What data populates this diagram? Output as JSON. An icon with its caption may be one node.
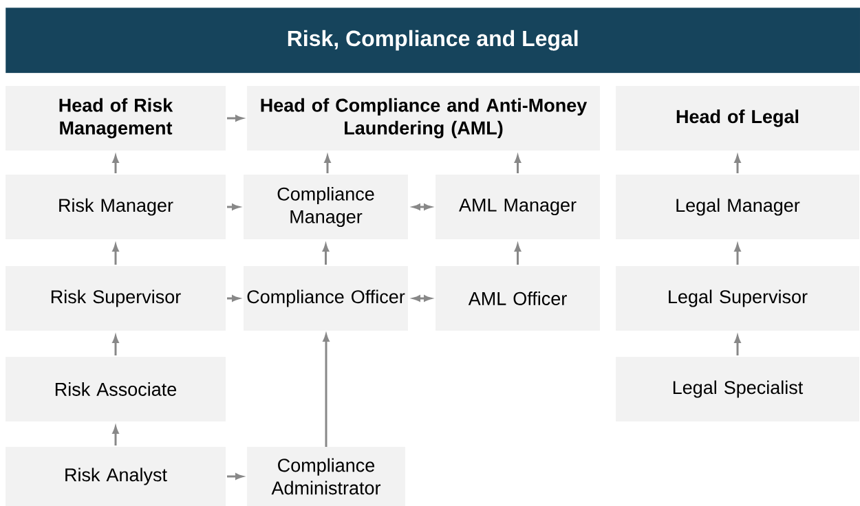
{
  "diagram": {
    "title": "Risk, Compliance and Legal",
    "nodes": [
      {
        "text": [
          "Head of Risk Management"
        ]
      },
      {
        "text": [
          "Head of Compliance and Anti-Money Laundering (AML)"
        ]
      },
      {
        "text": [
          "Head of Legal"
        ]
      },
      {
        "text": [
          "Risk Manager"
        ]
      },
      {
        "text": [
          "Compliance Manager"
        ]
      },
      {
        "text": [
          "AML Manager"
        ]
      },
      {
        "text": [
          "Legal Manager"
        ]
      },
      {
        "text": [
          "Risk Supervisor"
        ]
      },
      {
        "text": [
          "Compliance Officer"
        ]
      },
      {
        "text": [
          "AML Officer"
        ]
      },
      {
        "text": [
          "Legal Supervisor"
        ]
      },
      {
        "text": [
          "Risk Associate"
        ]
      },
      {
        "text": [
          "Legal Specialist"
        ]
      },
      {
        "text": [
          "Risk Analyst"
        ]
      },
      {
        "text": [
          "Compliance Administrator"
        ]
      }
    ],
    "edges": [
      {
        "from": 0,
        "to": 1,
        "arrow": "to"
      },
      {
        "from": 3,
        "to": 0,
        "arrow": "to"
      },
      {
        "from": 4,
        "to": 1,
        "arrow": "to"
      },
      {
        "from": 5,
        "to": 1,
        "arrow": "to"
      },
      {
        "from": 6,
        "to": 2,
        "arrow": "to"
      },
      {
        "from": 3,
        "to": 4,
        "arrow": "to"
      },
      {
        "from": 4,
        "to": 5,
        "arrow": "both"
      },
      {
        "from": 7,
        "to": 3,
        "arrow": "to"
      },
      {
        "from": 8,
        "to": 4,
        "arrow": "to"
      },
      {
        "from": 9,
        "to": 5,
        "arrow": "to"
      },
      {
        "from": 10,
        "to": 6,
        "arrow": "to"
      },
      {
        "from": 7,
        "to": 8,
        "arrow": "to"
      },
      {
        "from": 8,
        "to": 9,
        "arrow": "both"
      },
      {
        "from": 11,
        "to": 7,
        "arrow": "to"
      },
      {
        "from": 12,
        "to": 10,
        "arrow": "to"
      },
      {
        "from": 13,
        "to": 11,
        "arrow": "to"
      },
      {
        "from": 13,
        "to": 14,
        "arrow": "to"
      },
      {
        "from": 14,
        "to": 8,
        "arrow": "to"
      }
    ]
  }
}
